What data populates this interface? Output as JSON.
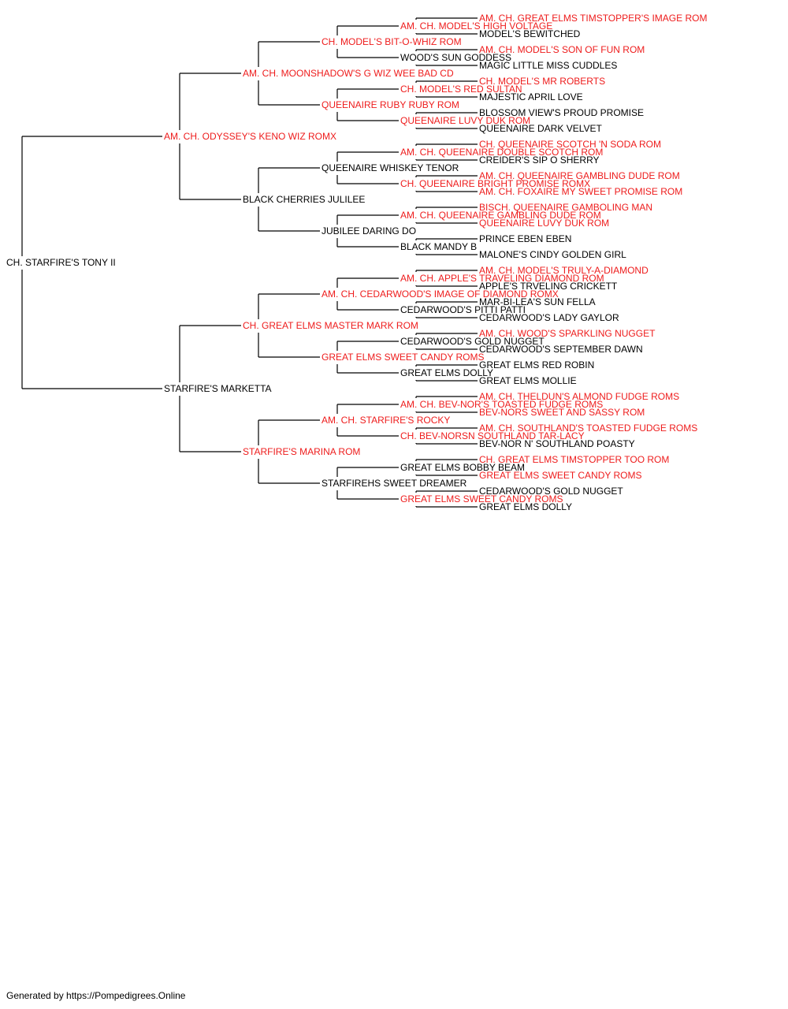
{
  "colors": {
    "titled": "#ee1c1c",
    "plain": "#000000",
    "line": "#000000"
  },
  "pedigree": {
    "name": "CH. STARFIRE'S TONY II",
    "titled": false,
    "sire": {
      "name": "AM. CH. ODYSSEY'S KENO WIZ ROMX",
      "titled": true,
      "sire": {
        "name": "AM. CH. MOONSHADOW'S G WIZ WEE BAD CD",
        "titled": true,
        "sire": {
          "name": "CH. MODEL'S BIT-O-WHIZ ROM",
          "titled": true,
          "sire": {
            "name": "AM. CH. MODEL'S HIGH VOLTAGE",
            "titled": true,
            "sire": {
              "name": "AM. CH. GREAT ELMS TIMSTOPPER'S IMAGE ROM",
              "titled": true
            },
            "dam": {
              "name": "MODEL'S BEWITCHED",
              "titled": false
            }
          },
          "dam": {
            "name": "WOOD'S SUN GODDESS",
            "titled": false,
            "sire": {
              "name": "AM. CH. MODEL'S SON OF FUN ROM",
              "titled": true
            },
            "dam": {
              "name": "MAGIC LITTLE MISS CUDDLES",
              "titled": false
            }
          }
        },
        "dam": {
          "name": "QUEENAIRE RUBY RUBY ROM",
          "titled": true,
          "sire": {
            "name": "CH. MODEL'S RED SULTAN",
            "titled": true,
            "sire": {
              "name": "CH. MODEL'S MR ROBERTS",
              "titled": true
            },
            "dam": {
              "name": "MAJESTIC APRIL LOVE",
              "titled": false
            }
          },
          "dam": {
            "name": "QUEENAIRE LUVY DUK ROM",
            "titled": true,
            "sire": {
              "name": "BLOSSOM VIEW'S PROUD PROMISE",
              "titled": false
            },
            "dam": {
              "name": "QUEENAIRE DARK VELVET",
              "titled": false
            }
          }
        }
      },
      "dam": {
        "name": "BLACK CHERRIES JULILEE",
        "titled": false,
        "sire": {
          "name": "QUEENAIRE WHISKEY TENOR",
          "titled": false,
          "sire": {
            "name": "AM. CH. QUEENAIRE DOUBLE SCOTCH ROM",
            "titled": true,
            "sire": {
              "name": "CH. QUEENAIRE SCOTCH 'N SODA ROM",
              "titled": true
            },
            "dam": {
              "name": "CREIDER'S SIP O SHERRY",
              "titled": false
            }
          },
          "dam": {
            "name": "CH. QUEENAIRE BRIGHT PROMISE ROMX",
            "titled": true,
            "sire": {
              "name": "AM. CH. QUEENAIRE GAMBLING DUDE ROM",
              "titled": true
            },
            "dam": {
              "name": "AM. CH. FOXAIRE MY SWEET PROMISE ROM",
              "titled": true
            }
          }
        },
        "dam": {
          "name": "JUBILEE DARING DO",
          "titled": false,
          "sire": {
            "name": "AM. CH. QUEENAIRE GAMBLING DUDE ROM",
            "titled": true,
            "sire": {
              "name": "BISCH. QUEENAIRE GAMBOLING MAN",
              "titled": true
            },
            "dam": {
              "name": "QUEENAIRE LUVY DUK ROM",
              "titled": true
            }
          },
          "dam": {
            "name": "BLACK MANDY B",
            "titled": false,
            "sire": {
              "name": "PRINCE EBEN EBEN",
              "titled": false
            },
            "dam": {
              "name": "MALONE'S CINDY GOLDEN GIRL",
              "titled": false
            }
          }
        }
      }
    },
    "dam": {
      "name": "STARFIRE'S MARKETTA",
      "titled": false,
      "sire": {
        "name": "CH. GREAT ELMS MASTER MARK ROM",
        "titled": true,
        "sire": {
          "name": "AM. CH. CEDARWOOD'S IMAGE OF DIAMOND ROMX",
          "titled": true,
          "sire": {
            "name": "AM. CH. APPLE'S TRAVELING DIAMOND ROM",
            "titled": true,
            "sire": {
              "name": "AM. CH. MODEL'S TRULY-A-DIAMOND",
              "titled": true
            },
            "dam": {
              "name": "APPLE'S TRVELING CRICKETT",
              "titled": false
            }
          },
          "dam": {
            "name": "CEDARWOOD'S PITTI PATTI",
            "titled": false,
            "sire": {
              "name": "MAR-BI-LEA'S SUN FELLA",
              "titled": false
            },
            "dam": {
              "name": "CEDARWOOD'S LADY GAYLOR",
              "titled": false
            }
          }
        },
        "dam": {
          "name": "GREAT ELMS SWEET CANDY ROMS",
          "titled": true,
          "sire": {
            "name": "CEDARWOOD'S GOLD NUGGET",
            "titled": false,
            "sire": {
              "name": "AM. CH. WOOD'S SPARKLING NUGGET",
              "titled": true
            },
            "dam": {
              "name": "CEDARWOOD'S SEPTEMBER DAWN",
              "titled": false
            }
          },
          "dam": {
            "name": "GREAT ELMS DOLLY",
            "titled": false,
            "sire": {
              "name": "GREAT ELMS RED ROBIN",
              "titled": false
            },
            "dam": {
              "name": "GREAT ELMS MOLLIE",
              "titled": false
            }
          }
        }
      },
      "dam": {
        "name": "STARFIRE'S MARINA ROM",
        "titled": true,
        "sire": {
          "name": "AM. CH. STARFIRE'S ROCKY",
          "titled": true,
          "sire": {
            "name": "AM. CH. BEV-NOR'S TOASTED FUDGE ROMS",
            "titled": true,
            "sire": {
              "name": "AM. CH. THELDUN'S ALMOND FUDGE ROMS",
              "titled": true
            },
            "dam": {
              "name": "BEV-NORS SWEET AND SASSY ROM",
              "titled": true
            }
          },
          "dam": {
            "name": "CH. BEV-NORSN SOUTHLAND TAR-LACY",
            "titled": true,
            "sire": {
              "name": "AM. CH. SOUTHLAND'S TOASTED FUDGE ROMS",
              "titled": true
            },
            "dam": {
              "name": "BEV-NOR N' SOUTHLAND POASTY",
              "titled": false
            }
          }
        },
        "dam": {
          "name": "STARFIREHS SWEET DREAMER",
          "titled": false,
          "sire": {
            "name": "GREAT ELMS BOBBY BEAM",
            "titled": false,
            "sire": {
              "name": "CH. GREAT ELMS TIMSTOPPER TOO ROM",
              "titled": true
            },
            "dam": {
              "name": "GREAT ELMS SWEET CANDY ROMS",
              "titled": true
            }
          },
          "dam": {
            "name": "GREAT ELMS SWEET CANDY ROMS",
            "titled": true,
            "sire": {
              "name": "CEDARWOOD'S GOLD NUGGET",
              "titled": false
            },
            "dam": {
              "name": "GREAT ELMS DOLLY",
              "titled": false
            }
          }
        }
      }
    }
  },
  "footer": {
    "text": "Generated by https://Pompedigrees.Online"
  }
}
